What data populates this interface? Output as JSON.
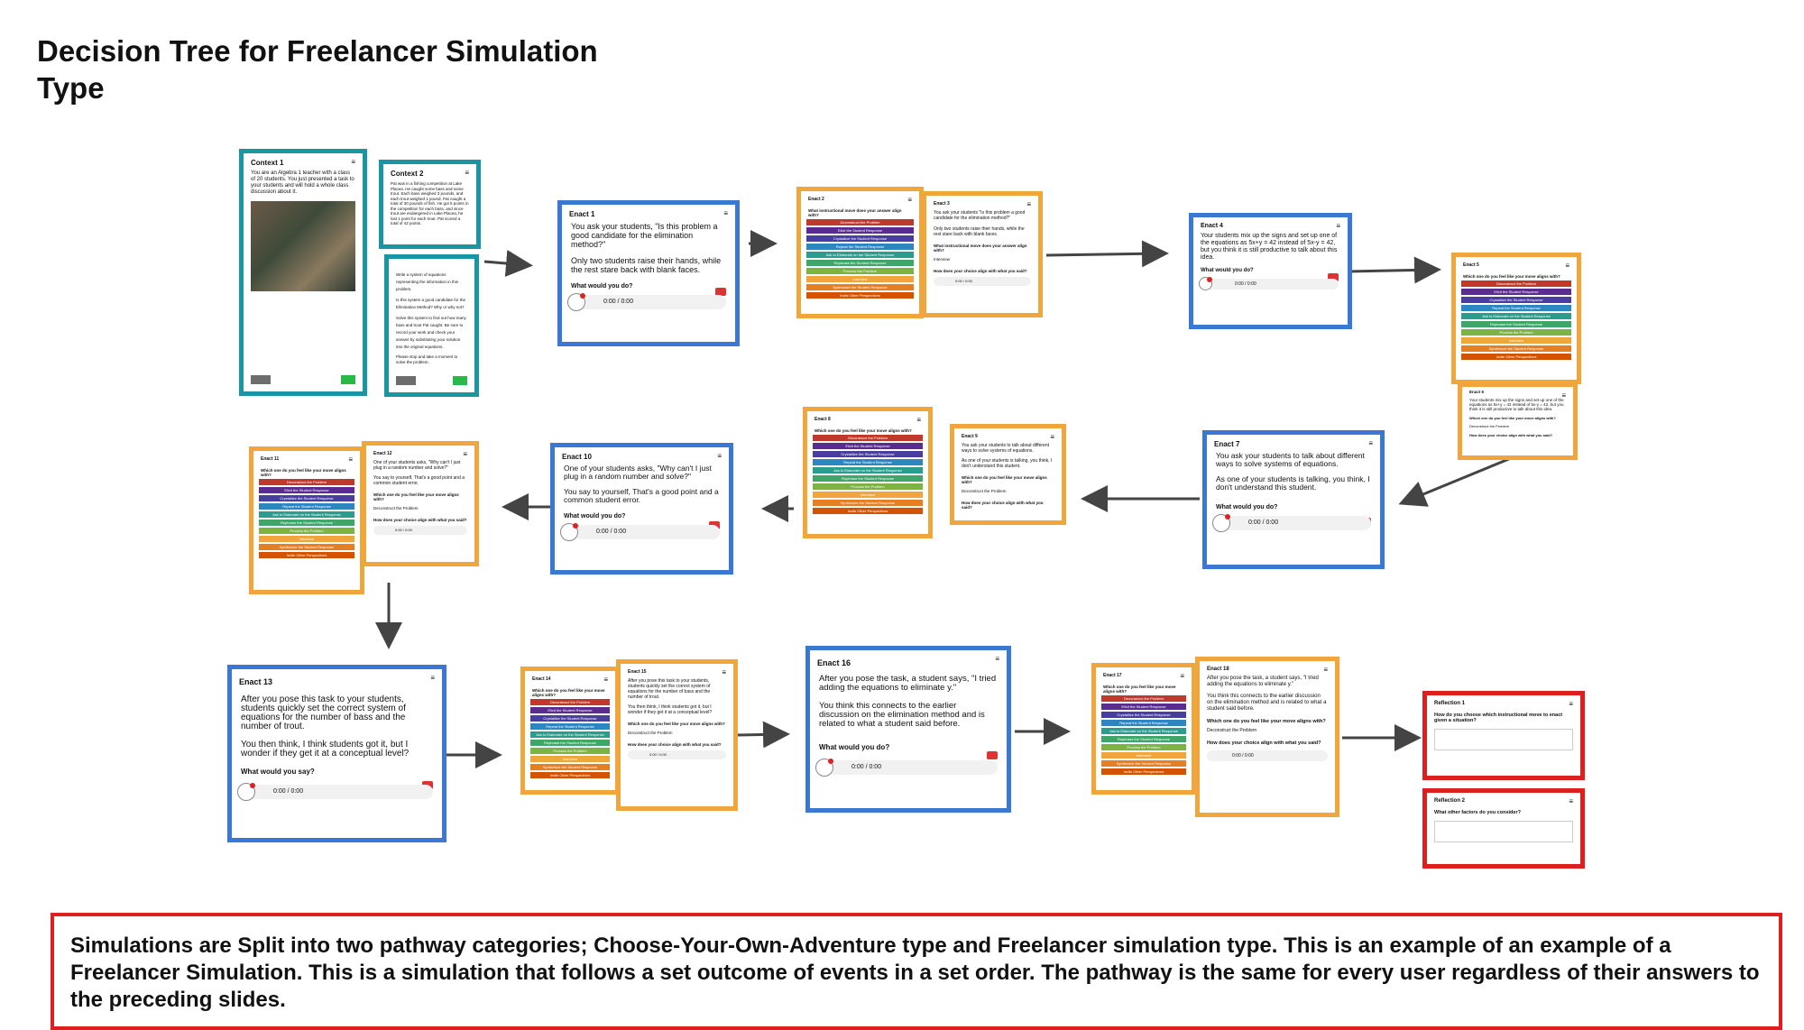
{
  "title": "Decision Tree for Freelancer Simulation Type",
  "bottom_note": "Simulations are Split into two pathway categories; Choose-Your-Own-Adventure type and Freelancer simulation type. This is an example of an example of a Freelancer Simulation. This is a simulation that follows a set outcome of events in a set order. The pathway is the same for every user regardless of their answers to the preceding slides.",
  "ui": {
    "menu_glyph": "≡",
    "player_time": "0:00 / 0:00",
    "small_player_time": "0:00 / 0:00"
  },
  "move_options": [
    "Deconstruct the Problem",
    "Elicit the Student Response",
    "Crystallize the Student Response",
    "Repeat the Student Response",
    "Ask to Elaborate on the Student Response",
    "Rephrase the Student Response",
    "Process the Problem",
    "Interview",
    "Synthesize the Student Response",
    "Invite Other Perspectives"
  ],
  "colors": {
    "teal": "#1a95a3",
    "blue": "#3a78d4",
    "orange": "#f0a63a",
    "red": "#dd1f1f"
  },
  "cards": {
    "context1": {
      "label": "Context 1",
      "text": "You are an Algebra 1 teacher with a class of 20 students. You just presented a task to your students and will hold a whole class discussion about it."
    },
    "context2": {
      "label": "Context 2",
      "text": "Pat was in a fishing competition at Lake Placea. He caught some bass and some trout. Each bass weighed 3 pounds, and each trout weighed 1 pound. Pat caught a total of 30 pounds of fish. He got 5 points in the competition for each bass, and since trout are endangered in Lake Placea, he lost 1 point for each trout. Pat scored a total of 42 points."
    },
    "context3": {
      "bullets": [
        "Write a system of equations representing the information in this problem.",
        "Is this system a good candidate for the Elimination Method? Why or why not?",
        "Solve this system to find out how many bass and trout Pat caught. Be sure to record your work and check your answer by substituting your solution into the original equations."
      ],
      "note": "Please stop and take a moment to solve the problem."
    },
    "enact1": {
      "label": "Enact 1",
      "p1": "You ask your students, \"Is this problem a good candidate for the elimination method?\"",
      "p2": "Only two students raise their hands, while the rest stare back with blank faces.",
      "q": "What would you do?"
    },
    "enact2": {
      "label": "Enact 2",
      "q": "What instructional move does your answer align with?"
    },
    "enact3": {
      "label": "Enact 3",
      "p1": "You ask your students \"Is this problem a good candidate for the elimination method?\"",
      "p2": "Only two students raise their hands, while the rest stare back with blank faces.",
      "q1": "What instructional move does your answer align with?",
      "a1": "Interview",
      "q2": "How does your choice align with what you said?"
    },
    "enact4": {
      "label": "Enact 4",
      "p1": "Your students mix up the signs and set up one of the equations as 5x+y = 42 instead of 5x-y = 42, but you think it is still productive to talk about this idea.",
      "q": "What would you do?"
    },
    "enact5": {
      "label": "Enact 5",
      "q": "Which one do you feel like your move aligns with?"
    },
    "enact6": {
      "label": "Enact 6",
      "p1": "Your students mix up the signs and set up one of the equations as 5x+y = 42 instead of 5x-y = 42, but you think it is still productive to talk about this idea.",
      "q1": "Which one do you feel like your move aligns with?",
      "a1": "Deconstruct the Problem",
      "q2": "How does your choice align with what you said?"
    },
    "enact7": {
      "label": "Enact 7",
      "p1": "You ask your students to talk about different ways to solve systems of equations.",
      "p2": "As one of your students is talking, you think, I don't understand this student.",
      "q": "What would you do?"
    },
    "enact8": {
      "label": "Enact 8",
      "q": "Which one do you feel like your move aligns with?"
    },
    "enact9": {
      "label": "Enact 9",
      "p1": "You ask your students to talk about different ways to solve systems of equations.",
      "p2": "As one of your students is talking, you think, I don't understand this student.",
      "q1": "Which one do you feel like your move aligns with?",
      "a1": "Deconstruct the Problem",
      "q2": "How does your choice align with what you said?"
    },
    "enact10": {
      "label": "Enact 10",
      "p1": "One of your students asks, \"Why can't I just plug in a random number and solve?\"",
      "p2": "You say to yourself, That's a good point and a common student error.",
      "q": "What would you do?"
    },
    "enact11": {
      "label": "Enact 11",
      "q": "Which one do you feel like your move aligns with?"
    },
    "enact12": {
      "label": "Enact 12",
      "p1": "One of your students asks, \"Why can't I just plug in a random number and solve?\"",
      "p2": "You say to yourself, That's a good point and a common student error.",
      "q1": "Which one do you feel like your move aligns with?",
      "a1": "Deconstruct the Problem",
      "q2": "How does your choice align with what you said?"
    },
    "enact13": {
      "label": "Enact 13",
      "p1": "After you pose this task to your students, students quickly set the correct system of equations for the number of bass and the number of trout.",
      "p2": "You then think, I think students got it, but I wonder if they get it at a conceptual level?",
      "q": "What would you say?"
    },
    "enact14": {
      "label": "Enact 14",
      "q": "Which one do you feel like your move aligns with?"
    },
    "enact15": {
      "label": "Enact 15",
      "p1": "After you pose this task to your students, students quickly set the correct system of equations for the number of bass and the number of trout.",
      "p2": "You then think, I think students got it, but I wonder if they get it at a conceptual level?",
      "q1": "Which one do you feel like your move aligns with?",
      "a1": "Deconstruct the Problem",
      "q2": "How does your choice align with what you said?"
    },
    "enact16": {
      "label": "Enact 16",
      "p1": "After you pose the task, a student says, \"I tried adding the equations to eliminate y.\"",
      "p2": "You think this connects to the earlier discussion on the elimination method and is related to what a student said before.",
      "q": "What would you do?"
    },
    "enact17": {
      "label": "Enact 17",
      "q": "Which one do you feel like your move aligns with?"
    },
    "enact18": {
      "label": "Enact 18",
      "p1": "After you pose the task, a student says, \"I tried adding the equations to eliminate y.\"",
      "p2": "You think this connects to the earlier discussion on the elimination method and is related to what a student said before.",
      "q1": "Which one do you feel like your move aligns with?",
      "a1": "Deconstruct the Problem",
      "q2": "How does your choice align with what you said?"
    },
    "reflection1": {
      "label": "Reflection 1",
      "q": "How do you choose which instructional move to enact given a situation?"
    },
    "reflection2": {
      "label": "Reflection 2",
      "q": "What other factors do you consider?"
    }
  }
}
